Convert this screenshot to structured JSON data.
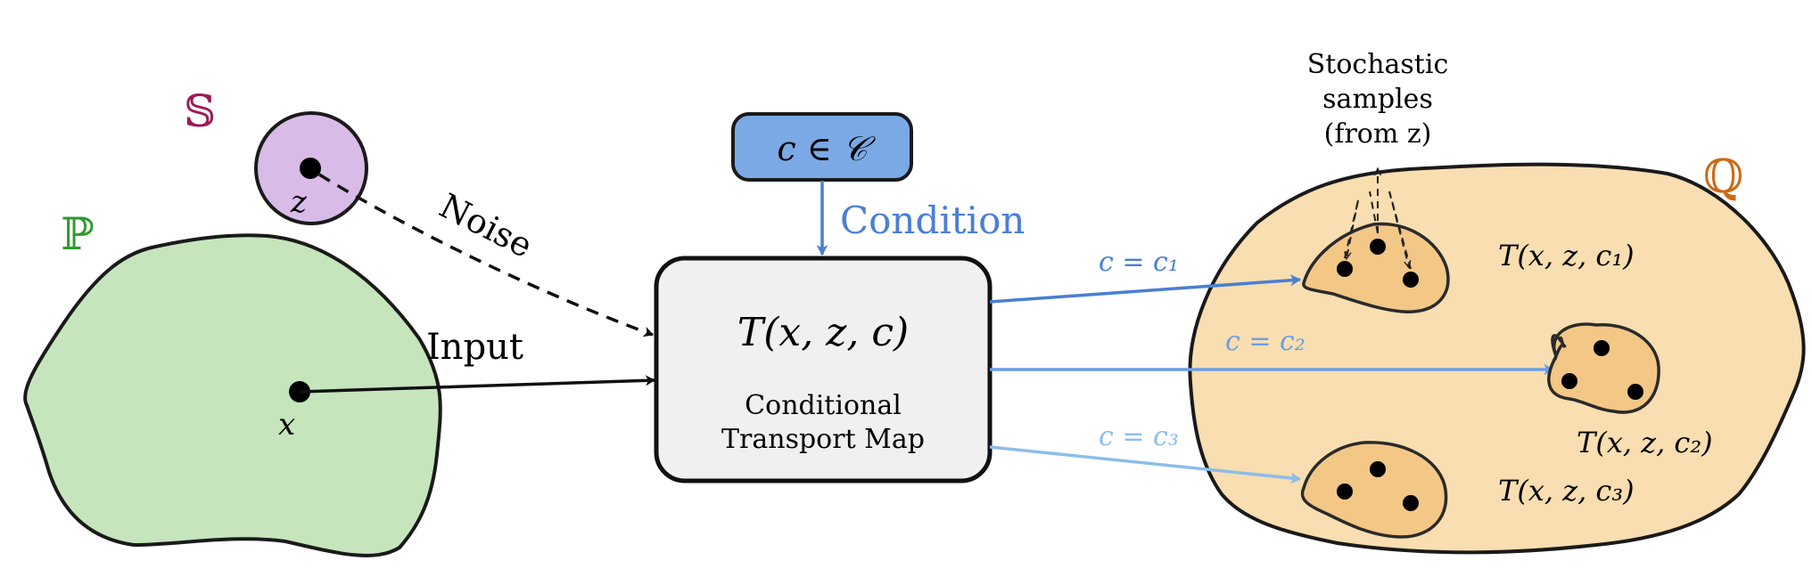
{
  "sets": {
    "source": {
      "symbol": "ℙ",
      "color": "#2e9a2e",
      "fill": "#c6e5bd"
    },
    "noise": {
      "symbol": "𝕊",
      "color": "#9c1a55",
      "fill": "#d9bbe8"
    },
    "target": {
      "symbol": "ℚ",
      "color": "#cc6a14",
      "fill": "#f8deb0"
    }
  },
  "points": {
    "x": "x",
    "z": "z"
  },
  "labels": {
    "noise": "Noise",
    "input": "Input",
    "condition": "Condition"
  },
  "condition_box": {
    "text": "c ∈ 𝒞",
    "fill": "#7ba9e6"
  },
  "map_box": {
    "formula": "T(x, z, c)",
    "caption_line1": "Conditional",
    "caption_line2": "Transport Map",
    "fill": "#f0f0f0"
  },
  "conditions": [
    {
      "label": "c = c₁",
      "color": "#4a7fd4"
    },
    {
      "label": "c = c₂",
      "color": "#6b9ee6"
    },
    {
      "label": "c = c₃",
      "color": "#8dbde9"
    }
  ],
  "outputs": [
    {
      "formula": "T(x, z, c₁)"
    },
    {
      "formula": "T(x, z, c₂)"
    },
    {
      "formula": "T(x, z, c₃)"
    }
  ],
  "samples_label": {
    "line1": "Stochastic",
    "line2": "samples",
    "line3": "(from z)"
  },
  "colors": {
    "sub_region_fill": "#f3c786",
    "outline": "#1a1a1a"
  }
}
